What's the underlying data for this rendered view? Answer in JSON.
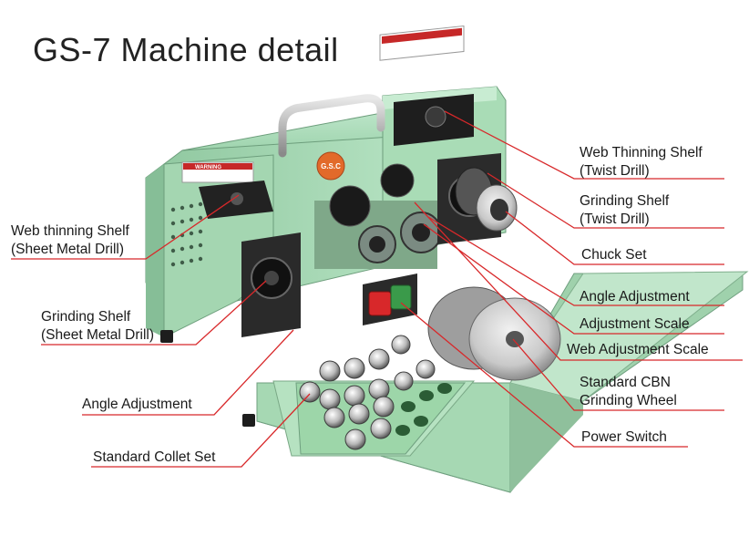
{
  "title": "GS-7 Machine detail",
  "badge": "G.S.C",
  "warning_text": "WARNING",
  "callouts": {
    "web_thinning_twist": [
      "Web Thinning Shelf",
      "(Twist Drill)"
    ],
    "grinding_twist": [
      "Grinding Shelf",
      "(Twist Drill)"
    ],
    "chuck_set": "Chuck Set",
    "angle_adjustment_right": "Angle Adjustment",
    "adjustment_scale": "Adjustment Scale",
    "web_adjustment_scale": "Web Adjustment Scale",
    "cbn_wheel": [
      "Standard CBN",
      "Grinding Wheel"
    ],
    "power_switch": "Power Switch",
    "web_thinning_sheet": [
      "Web thinning Shelf",
      "(Sheet Metal Drill)"
    ],
    "grinding_sheet": [
      "Grinding Shelf",
      "(Sheet Metal Drill)"
    ],
    "angle_adjustment_left": "Angle Adjustment",
    "collet_set": "Standard Collet Set"
  },
  "colors": {
    "body_green": "#a9dcb6",
    "body_shadow": "#7fb892",
    "leader_red": "#d8282a",
    "switch_red": "#d8282a",
    "switch_green": "#3a9a4a"
  }
}
